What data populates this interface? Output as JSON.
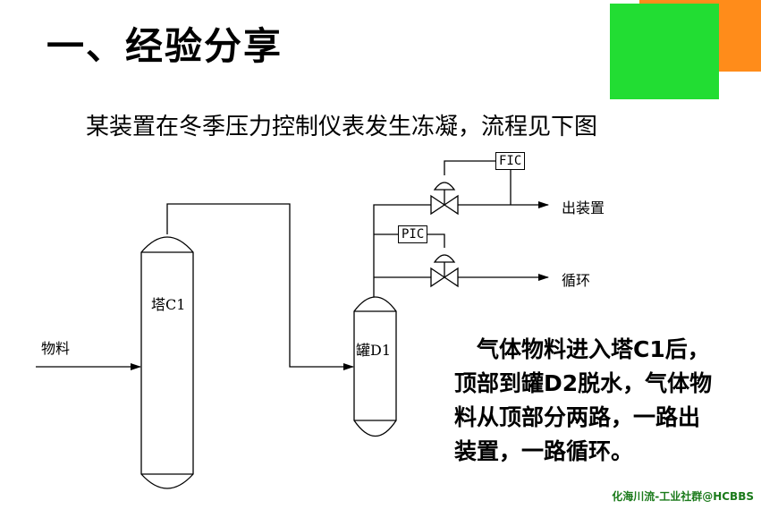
{
  "slide": {
    "title": "一、经验分享",
    "subtitle": "某装置在冬季压力控制仪表发生冻凝，流程见下图",
    "colors": {
      "accent_orange": "#ff8c1a",
      "accent_green": "#22dd33"
    }
  },
  "diagram": {
    "feed_label": "物料",
    "tower_label": "塔C1",
    "drum_label": "罐D1",
    "fic_label": "FIC",
    "pic_label": "PIC",
    "outlet_label": "出装置",
    "recycle_label": "循环"
  },
  "description": {
    "lines": [
      "　气体物料进入塔C1后，",
      "顶部到罐D2脱水，气体物",
      "料从顶部分两路，一路出",
      "装置，一路循环。"
    ]
  },
  "watermark": "化海川流-工业社群@HCBBS"
}
